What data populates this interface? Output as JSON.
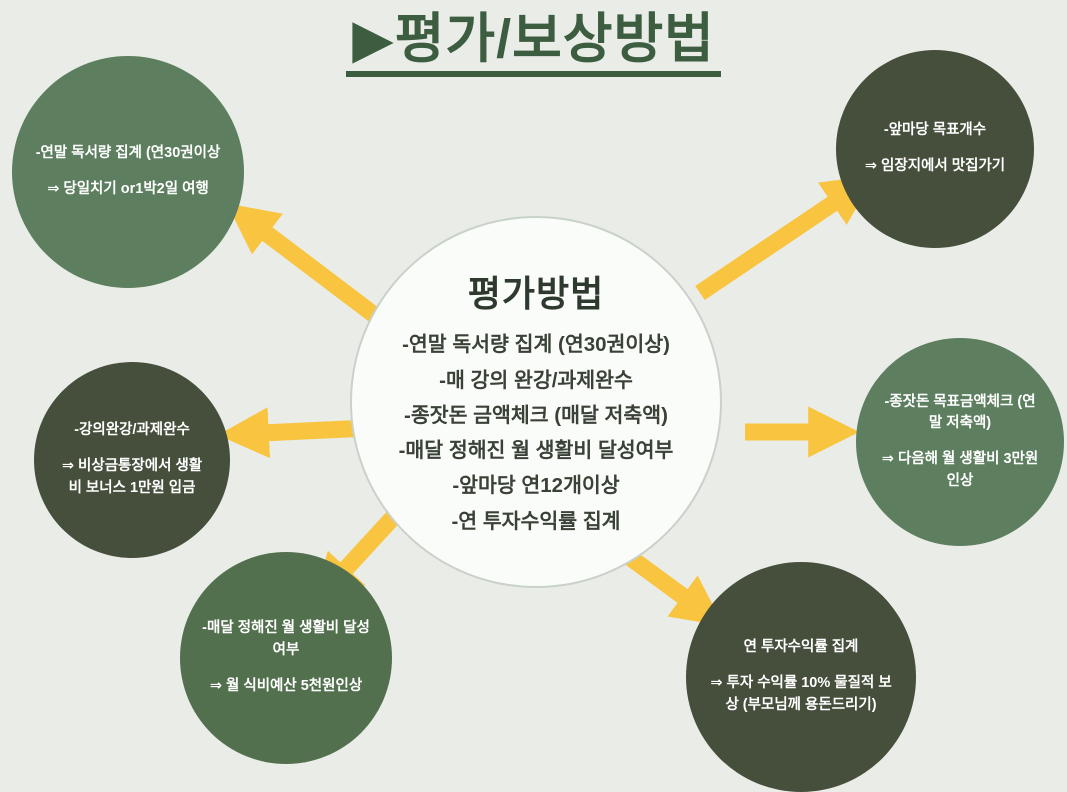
{
  "title": "▶평가/보상방법",
  "center": {
    "title": "평가방법",
    "lines": [
      "-연말 독서량 집계 (연30권이상)",
      "-매 강의 완강/과제완수",
      "-종잣돈 금액체크 (매달 저축액)",
      "-매달 정해진 월 생활비 달성여부",
      "-앞마당 연12개이상",
      "-연 투자수익률 집계"
    ]
  },
  "nodes": [
    {
      "id": "reading-reward",
      "line1": "-연말 독서량 집계 (연30권이상",
      "line2": "⇒  당일치기 or1박2일 여행"
    },
    {
      "id": "yard-reward",
      "line1": "-앞마당 목표개수",
      "line2": "⇒ 임장지에서 맛집가기"
    },
    {
      "id": "lecture-reward",
      "line1": "-강의완강/과제완수",
      "line2": "⇒ 비상금통장에서 생활비 보너스 1만원 입금"
    },
    {
      "id": "seed-money-reward",
      "line1": "-종잣돈 목표금액체크 (연말 저축액)",
      "line2": "⇒ 다음해 월 생활비 3만원인상"
    },
    {
      "id": "living-cost-reward",
      "line1": "-매달 정해진 월 생활비 달성여부",
      "line2": "⇒  월 식비예산 5천원인상"
    },
    {
      "id": "investment-reward",
      "line1": "연 투자수익률 집계",
      "line2": "⇒ 투자 수익률 10% 물질적 보상 (부모님께 용돈드리기)"
    }
  ],
  "colors": {
    "background": "#e9ece7",
    "title": "#3c5d40",
    "arrow": "#f9c440",
    "circle_dark": "#454f3c",
    "circle_sage": "#5d7f5f",
    "circle_mid": "#53704e",
    "center_bg": "#fafcf9",
    "center_text": "#3a4238"
  }
}
